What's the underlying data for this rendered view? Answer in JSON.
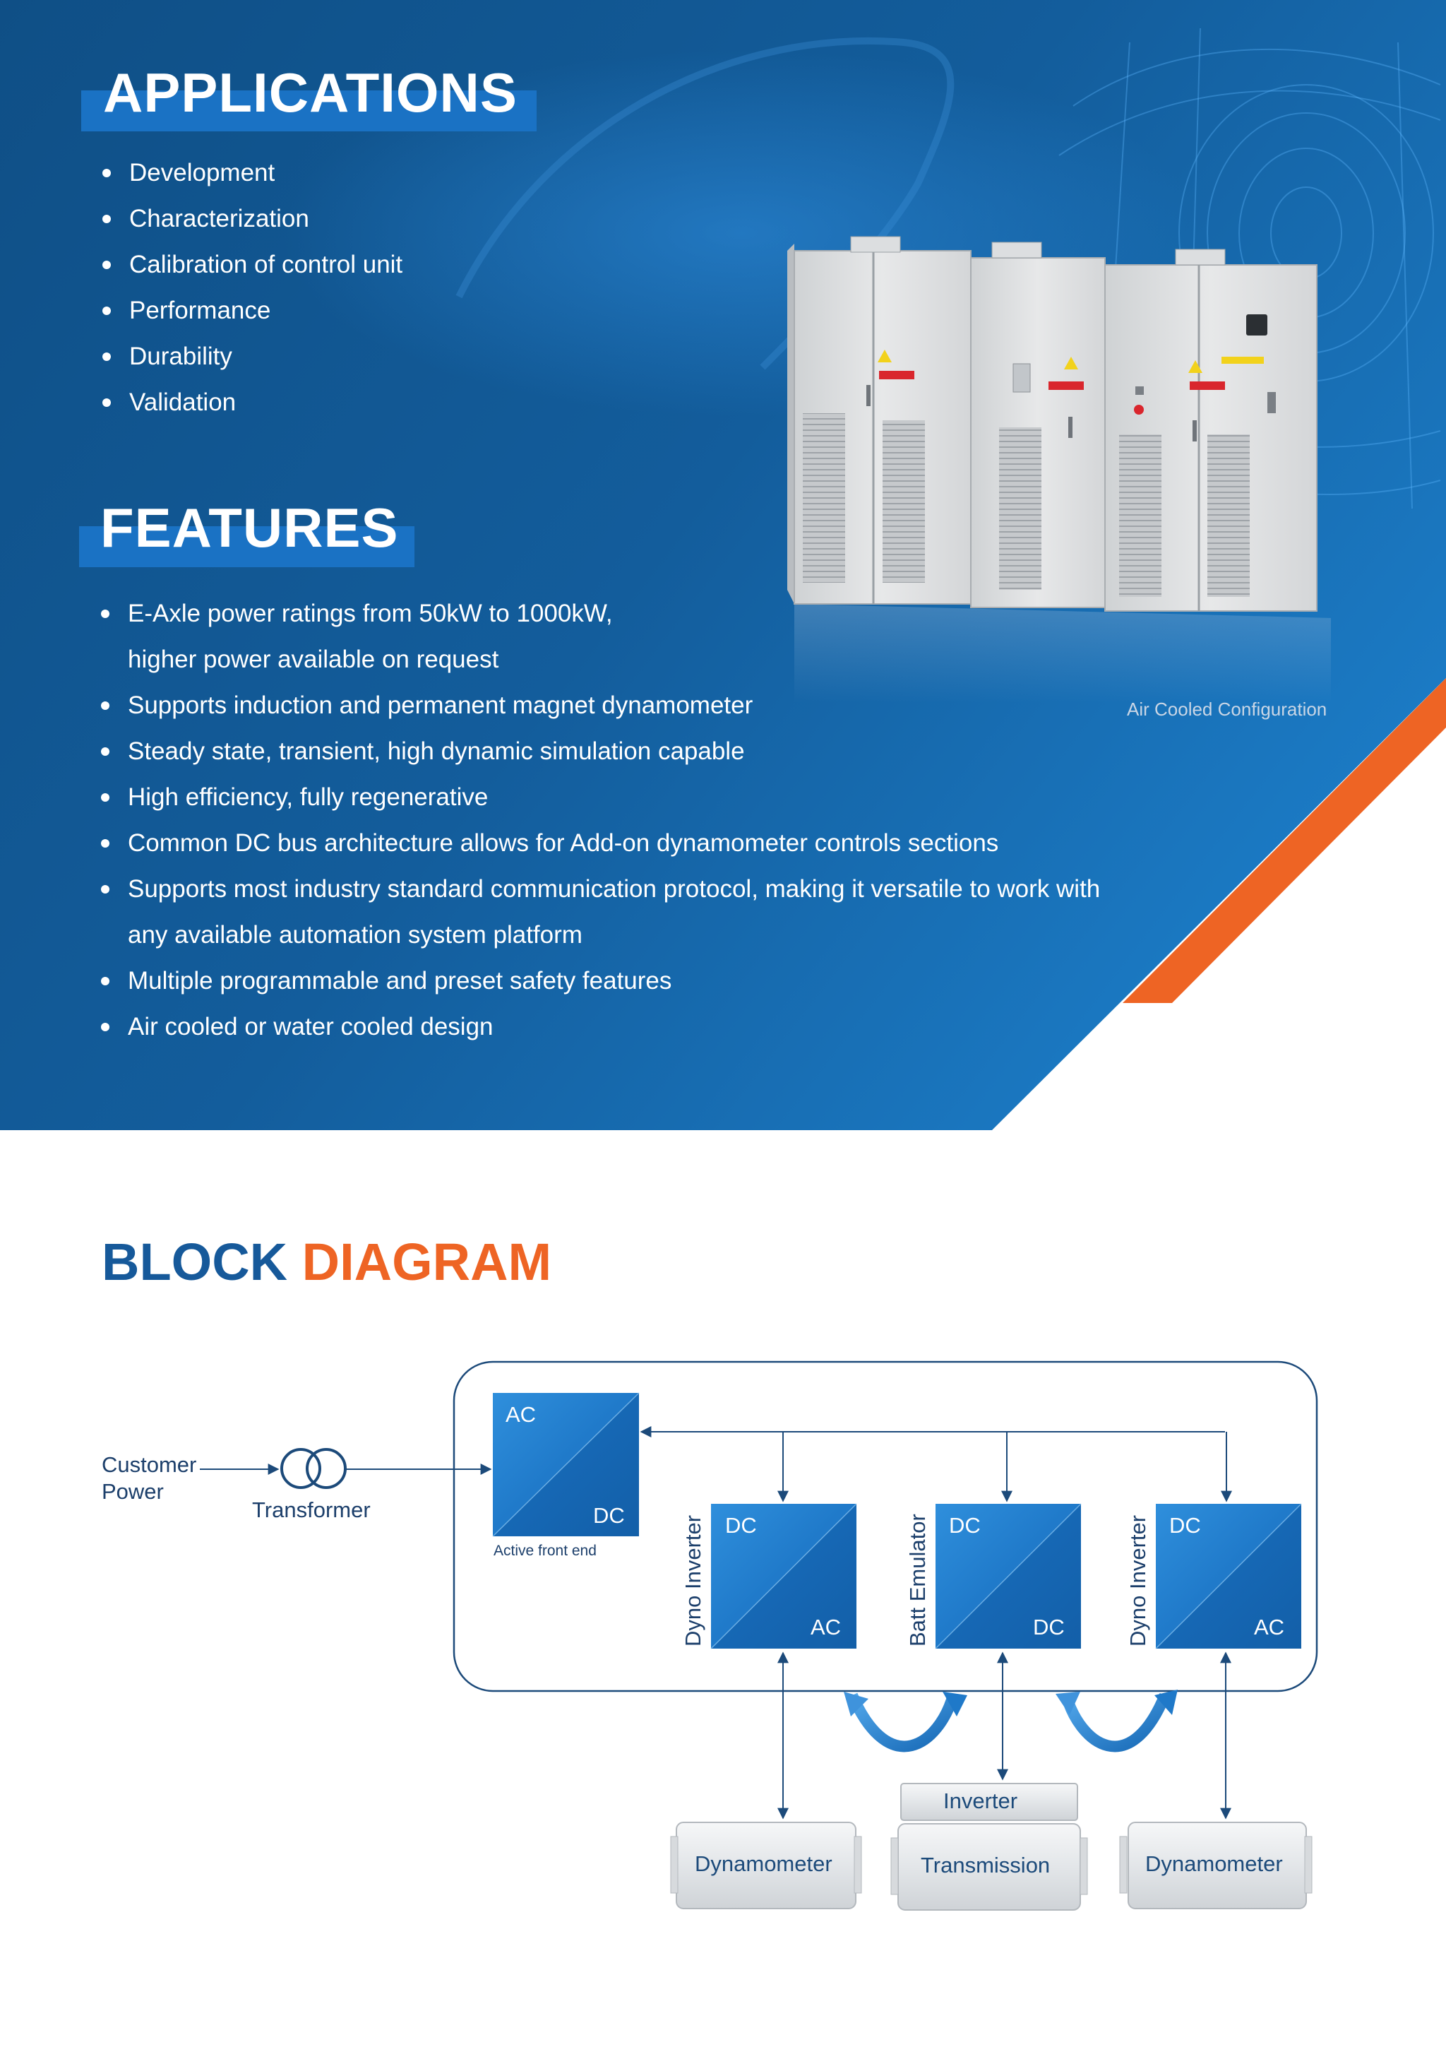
{
  "applications": {
    "title": "APPLICATIONS",
    "items": [
      "Development",
      "Characterization",
      "Calibration of control unit",
      "Performance",
      "Durability",
      "Validation"
    ]
  },
  "features": {
    "title": "FEATURES",
    "items": [
      "E-Axle power ratings from 50kW to 1000kW,",
      "higher power available on request",
      "Supports induction and permanent magnet dynamometer",
      "Steady state, transient, high dynamic simulation capable",
      "High efficiency, fully regenerative",
      "Common DC bus architecture allows for Add-on dynamometer controls sections",
      "Supports most industry standard communication protocol, making it versatile to work   with",
      "any available automation system platform",
      "Multiple programmable and preset safety features",
      "Air cooled or water cooled design"
    ]
  },
  "image_caption": "Air Cooled Configuration",
  "block_diagram": {
    "title_part1": "BLOCK",
    "title_part2": "DIAGRAM",
    "customer_power_line1": "Customer",
    "customer_power_line2": "Power",
    "transformer": "Transformer",
    "active_front_end": "Active front end",
    "afe_top": "AC",
    "afe_bottom": "DC",
    "conv1": {
      "vertical_label": "Dyno Inverter",
      "top": "DC",
      "bottom": "AC"
    },
    "conv2": {
      "vertical_label": "Batt Emulator",
      "top": "DC",
      "bottom": "DC"
    },
    "conv3": {
      "vertical_label": "Dyno Inverter",
      "top": "DC",
      "bottom": "AC"
    },
    "dynamometer_left": "Dynamometer",
    "inverter": "Inverter",
    "transmission": "Transmission",
    "dynamometer_right": "Dynamometer"
  },
  "colors": {
    "hero_blue": "#115289",
    "accent_orange": "#ee6424",
    "tag_blue": "#1a72c4",
    "diagram_line": "#1c4a7a"
  }
}
